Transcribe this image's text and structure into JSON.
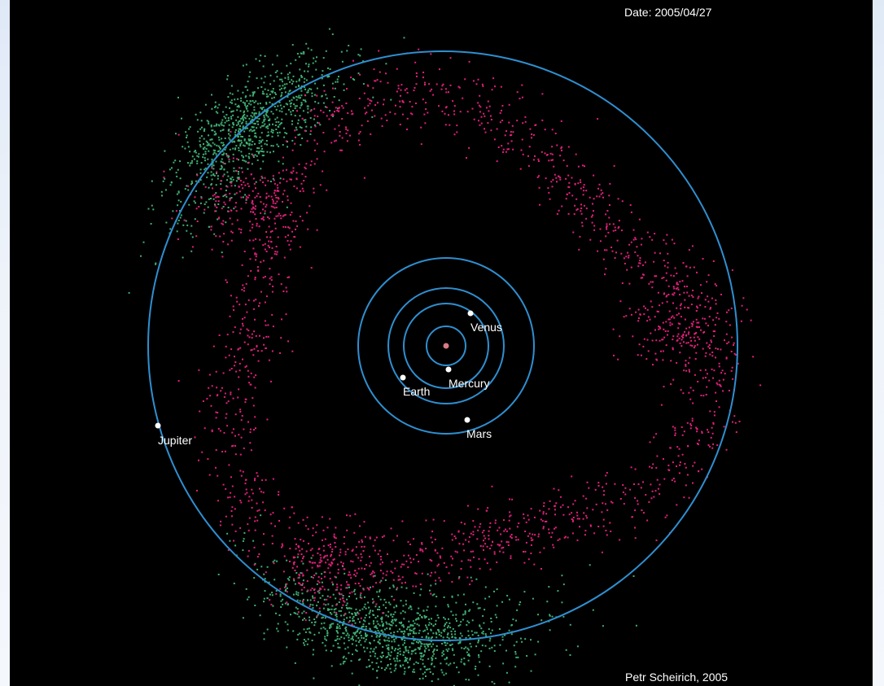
{
  "date_label": "Date: 2005/04/27",
  "credit_label": "Petr Scheirich, 2005",
  "sun": {
    "color": "#d67a86"
  },
  "orbit_color": "#2f8fd0",
  "planets": [
    {
      "name": "Mercury",
      "color": "#ffffff"
    },
    {
      "name": "Venus",
      "color": "#ffffff"
    },
    {
      "name": "Earth",
      "color": "#ffffff"
    },
    {
      "name": "Mars",
      "color": "#ffffff"
    },
    {
      "name": "Jupiter",
      "color": "#ffffff"
    }
  ],
  "populations": [
    {
      "id": "trojans",
      "color": "#3fae72"
    },
    {
      "id": "hildas",
      "color": "#e0207a"
    }
  ]
}
